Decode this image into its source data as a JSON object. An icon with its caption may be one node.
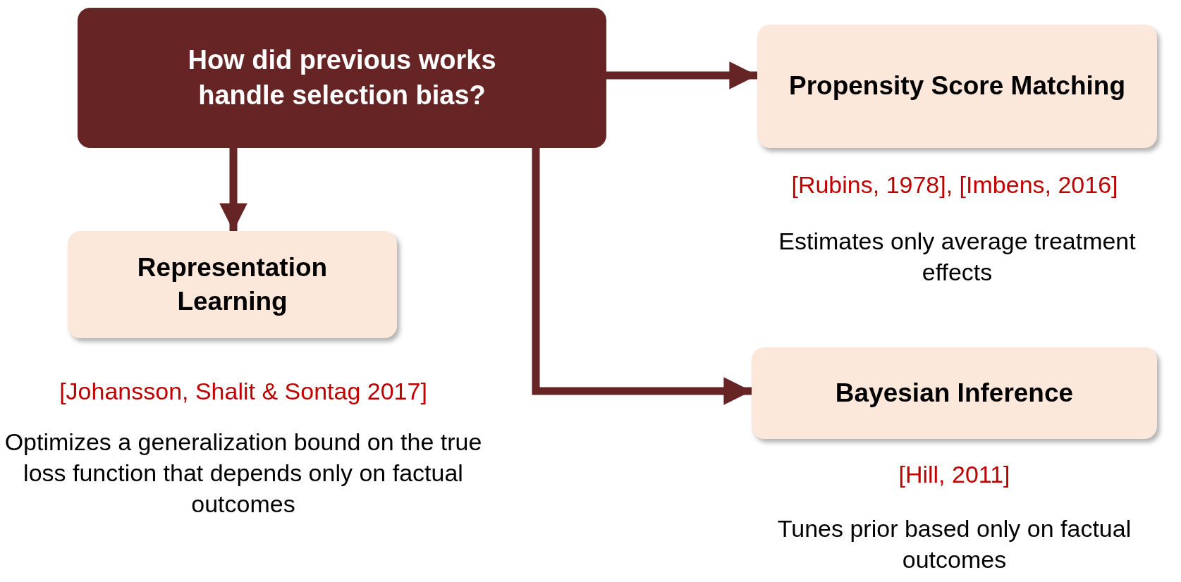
{
  "diagram": {
    "nodes": [
      {
        "text": [
          "How did previous works handle selection bias?"
        ]
      },
      {
        "text": [
          "Propensity Score Matching"
        ],
        "beside": [
          "[Rubins, 1978], [Imbens, 2016]",
          "Estimates only average treatment effects"
        ]
      },
      {
        "text": [
          "Representation Learning"
        ],
        "beside": [
          "[Johansson, Shalit & Sontag 2017]",
          "Optimizes a generalization bound on the true loss function that depends only on factual outcomes"
        ]
      },
      {
        "text": [
          "Bayesian Inference"
        ],
        "beside": [
          "[Hill, 2011]",
          "Tunes prior based only on factual outcomes"
        ]
      }
    ],
    "edges": [
      {
        "from": 0,
        "to": 1,
        "arrow": "to"
      },
      {
        "from": 0,
        "to": 2,
        "arrow": "to"
      },
      {
        "from": 0,
        "to": 3,
        "arrow": "to"
      }
    ]
  }
}
